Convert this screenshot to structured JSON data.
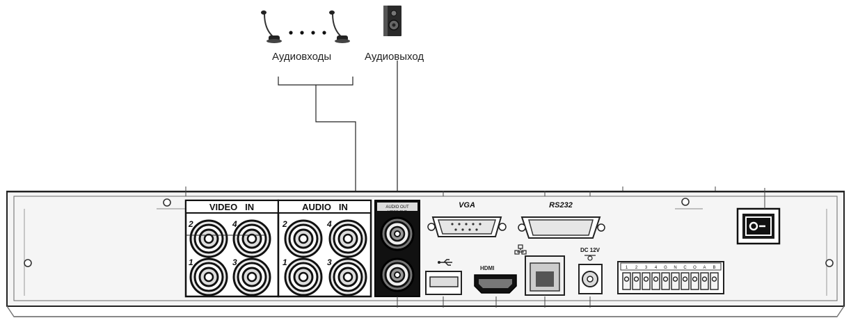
{
  "labels": {
    "audio_inputs": "Аудиовходы",
    "audio_output": "Аудиовыход"
  },
  "panel": {
    "video_in": "VIDEO   IN",
    "audio_in": "AUDIO   IN",
    "vga": "VGA",
    "rs232": "RS232",
    "dc12v": "DC 12V",
    "audio_out_top": "AUDIO OUT",
    "audio_out_bottom": "VIDEO OUT",
    "jack_numbers": [
      "2",
      "4",
      "1",
      "3"
    ],
    "terminal_labels": [
      "1",
      "2",
      "3",
      "4",
      "G",
      "N",
      "C",
      "O",
      "A",
      "B"
    ]
  },
  "colors": {
    "line": "#222222",
    "panel_fill": "#f4f4f4",
    "dark": "#111111"
  }
}
